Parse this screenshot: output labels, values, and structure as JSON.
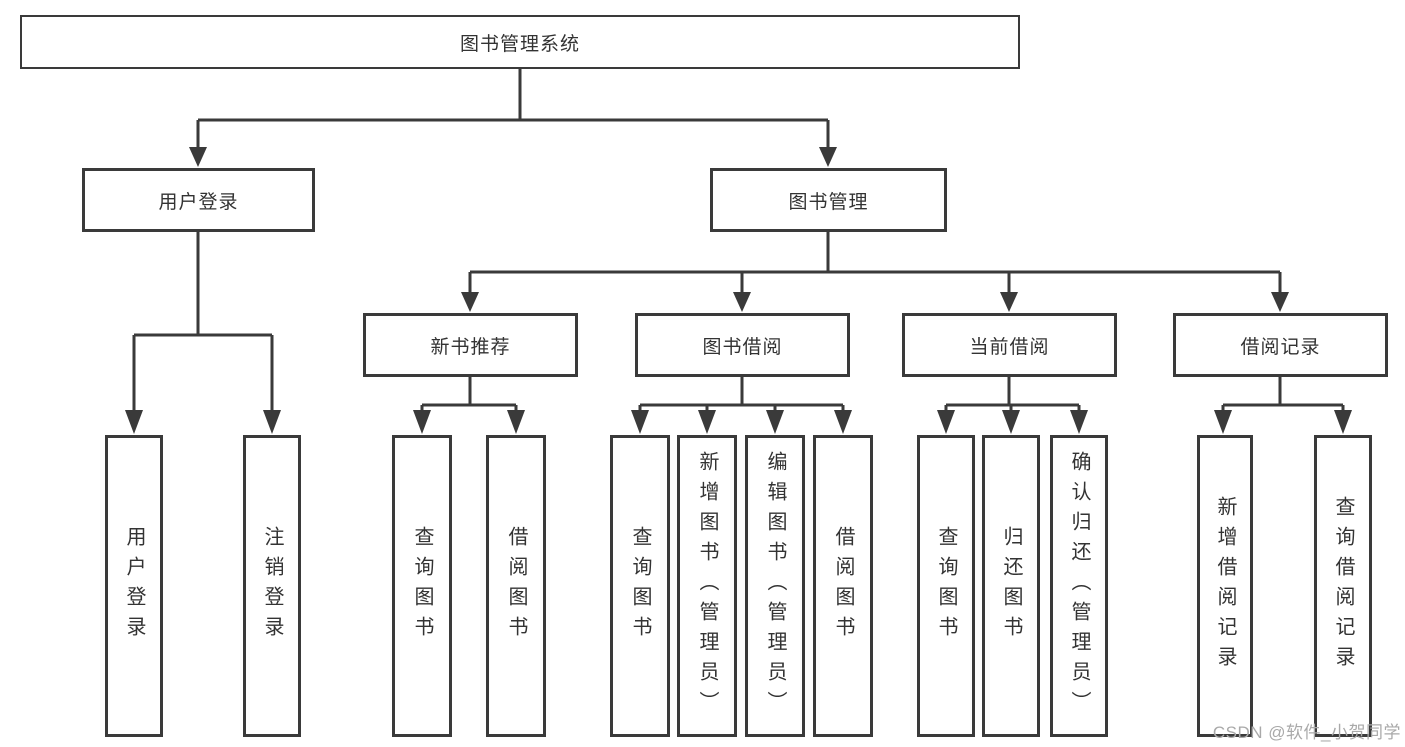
{
  "nodes": {
    "root": "图书管理系统",
    "user_login": "用户登录",
    "book_mgmt": "图书管理",
    "new_books": "新书推荐",
    "book_borrow": "图书借阅",
    "current_borrow": "当前借阅",
    "borrow_records": "借阅记录",
    "ul_login": "用户登录",
    "ul_logout": "注销登录",
    "nb_query": "查询图书",
    "nb_borrow": "借阅图书",
    "bb_query": "查询图书",
    "bb_add": "新增图书（管理员）",
    "bb_edit": "编辑图书（管理员）",
    "bb_borrow": "借阅图书",
    "cb_query": "查询图书",
    "cb_return": "归还图书",
    "cb_confirm": "确认归还（管理员）",
    "br_add": "新增借阅记录",
    "br_query": "查询借阅记录"
  },
  "watermark": "CSDN @软件_小贺同学",
  "colors": {
    "line": "#3a3a3a",
    "text": "#333333",
    "watermark": "#a9a9a9",
    "background": "#ffffff"
  }
}
